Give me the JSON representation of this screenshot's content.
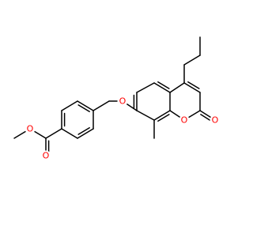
{
  "molecule": {
    "colors": {
      "bond": "#000000",
      "oxygen": "#ff0000",
      "background": "#ffffff"
    },
    "atoms": [
      {
        "id": "o_methoxy",
        "label": "O",
        "element": "oxygen"
      },
      {
        "id": "o_carbonyl",
        "label": "O",
        "element": "oxygen"
      },
      {
        "id": "o_ether",
        "label": "O",
        "element": "oxygen"
      },
      {
        "id": "o_ring",
        "label": "O",
        "element": "oxygen"
      },
      {
        "id": "o_lactone",
        "label": "O",
        "element": "oxygen"
      }
    ]
  }
}
